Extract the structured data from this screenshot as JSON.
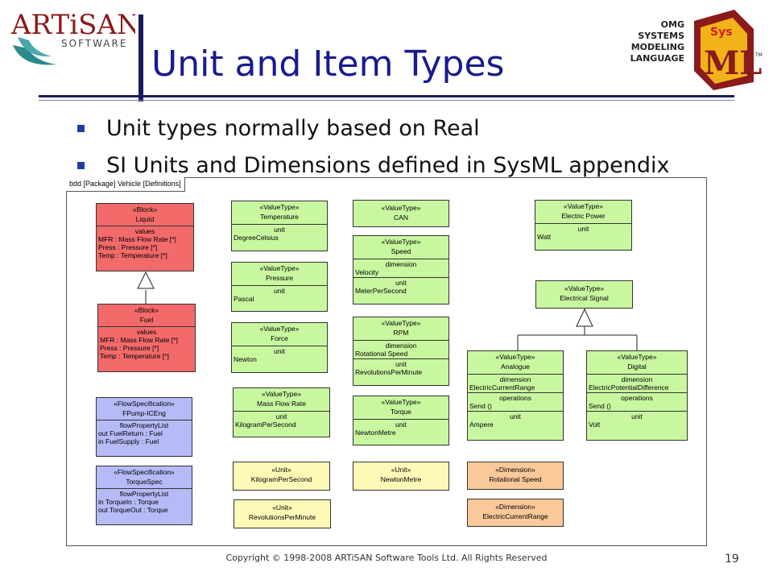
{
  "slide": {
    "title": "Unit and Item Types",
    "bullets": [
      "Unit types normally based on Real",
      "SI Units and Dimensions defined in SysML appendix"
    ],
    "copyright": "Copyright © 1998-2008 ARTiSAN Software Tools Ltd.  All Rights Reserved",
    "page_number": "19"
  },
  "logos": {
    "left_brand": "ARTiSAN",
    "left_sub": "SOFTWARE",
    "right_lines": [
      "OMG",
      "SYSTEMS",
      "MODELING",
      "LANGUAGE"
    ],
    "right_mark": "SysML",
    "right_tm": "TM"
  },
  "diagram": {
    "frame_label": "bdd [Package] Vehicle [Definitions]",
    "blocks": {
      "liquid": {
        "stereo": "«Block»",
        "name": "Liquid",
        "section": "values",
        "lines": [
          "MFR : Mass Flow Rate [*]",
          "Press : Pressure [*]",
          "Temp : Temperature [*]"
        ]
      },
      "fuel": {
        "stereo": "«Block»",
        "name": "Fuel",
        "section": "values",
        "lines": [
          "MFR : Mass Flow Rate [*]",
          "Press : Pressure [*]",
          "Temp : Temperature [*]"
        ]
      }
    },
    "flowspecs": {
      "fpump": {
        "stereo": "«FlowSpecification»",
        "name": "FPump-ICEng",
        "section": "flowPropertyList",
        "lines": [
          "out FuelReturn : Fuel",
          "in FuelSupply : Fuel"
        ]
      },
      "torquespec": {
        "stereo": "«FlowSpecification»",
        "name": "TorqueSpec",
        "section": "flowPropertyList",
        "lines": [
          "in TorqueIn : Torque",
          "out TorqueOut : Torque"
        ]
      }
    },
    "valuetypes": {
      "temperature": {
        "stereo": "«ValueType»",
        "name": "Temperature",
        "unit_label": "unit",
        "unit": "DegreeCelsius"
      },
      "pressure": {
        "stereo": "«ValueType»",
        "name": "Pressure",
        "unit_label": "unit",
        "unit": "Pascal"
      },
      "force": {
        "stereo": "«ValueType»",
        "name": "Force",
        "unit_label": "unit",
        "unit": "Newton"
      },
      "massflowrate": {
        "stereo": "«ValueType»",
        "name": "Mass Flow Rate",
        "unit_label": "unit",
        "unit": "KilogramPerSecond"
      },
      "can": {
        "stereo": "«ValueType»",
        "name": "CAN"
      },
      "speed": {
        "stereo": "«ValueType»",
        "name": "Speed",
        "dim_label": "dimension",
        "dimension": "Velocity",
        "unit_label": "unit",
        "unit": "MeterPerSecond"
      },
      "rpm": {
        "stereo": "«ValueType»",
        "name": "RPM",
        "dim_label": "dimension",
        "dimension": "Rotational Speed",
        "unit_label": "unit",
        "unit": "RevolutionsPerMinute"
      },
      "torque": {
        "stereo": "«ValueType»",
        "name": "Torque",
        "unit_label": "unit",
        "unit": "NewtonMetre"
      },
      "electricpower": {
        "stereo": "«ValueType»",
        "name": "Electric Power",
        "unit_label": "unit",
        "unit": "Watt"
      },
      "electricalsignal": {
        "stereo": "«ValueType»",
        "name": "Electrical Signal"
      },
      "analogue": {
        "stereo": "«ValueType»",
        "name": "Analogue",
        "dim_label": "dimension",
        "dimension": "ElectricCurrentRange",
        "ops_label": "operations",
        "op": "Send ()",
        "unit_label": "unit",
        "unit": "Ampere"
      },
      "digital": {
        "stereo": "«ValueType»",
        "name": "Digital",
        "dim_label": "dimension",
        "dimension": "ElectricPotentialDifference",
        "ops_label": "operations",
        "op": "Send ()",
        "unit_label": "unit",
        "unit": "Volt"
      }
    },
    "units": {
      "kgps": {
        "stereo": "«Unit»",
        "name": "KilogramPerSecond"
      },
      "rpmunit": {
        "stereo": "«Unit»",
        "name": "RevolutionsPerMinute"
      },
      "newtonmetre": {
        "stereo": "«Unit»",
        "name": "NewtonMetre"
      }
    },
    "dimensions": {
      "rotspeed": {
        "stereo": "«Dimension»",
        "name": "Rotational Speed"
      },
      "ecr": {
        "stereo": "«Dimension»",
        "name": "ElectricCurrentRange"
      }
    },
    "colors": {
      "block": "#f26a6a",
      "valuetype": "#c9f7a0",
      "flowspec": "#b6baf7",
      "unit": "#fdfab8",
      "dimension": "#f9c99a",
      "title": "#1a1a8e"
    }
  }
}
